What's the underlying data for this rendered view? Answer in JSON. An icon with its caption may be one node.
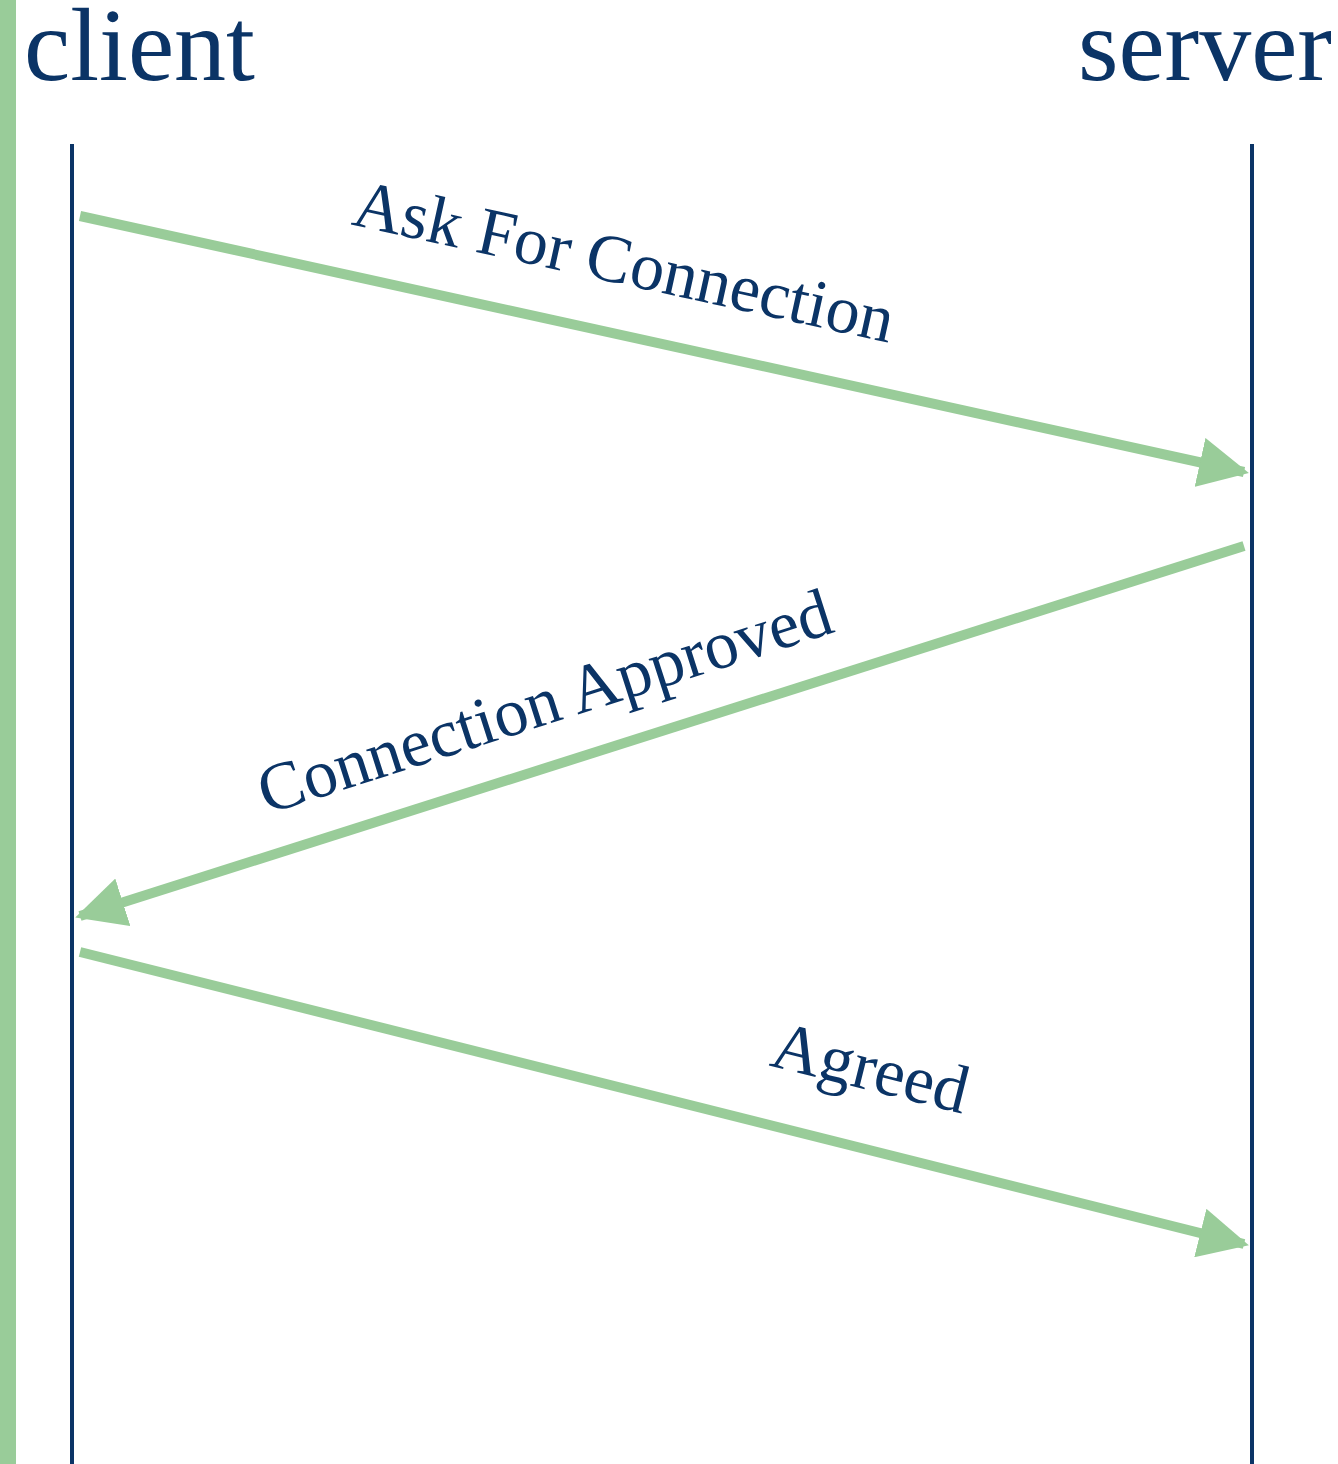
{
  "diagram": {
    "nodes": [
      {
        "text": [
          "client"
        ]
      },
      {
        "text": [
          "server"
        ]
      }
    ],
    "edges": [
      {
        "from": 0,
        "to": 1,
        "arrow": "to",
        "label": "Ask For Connection"
      },
      {
        "from": 1,
        "to": 0,
        "arrow": "to",
        "label": "Connection Approved"
      },
      {
        "from": 0,
        "to": 1,
        "arrow": "to",
        "label": "Agreed"
      }
    ]
  }
}
